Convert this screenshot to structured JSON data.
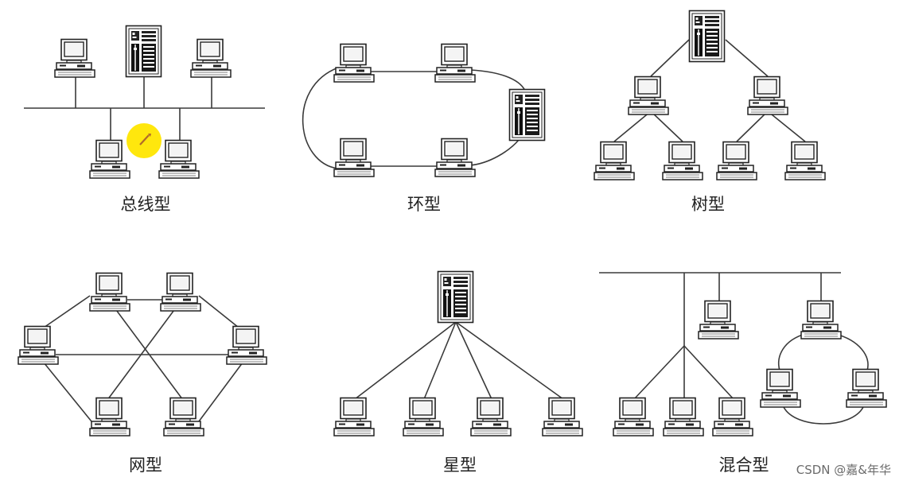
{
  "labels": {
    "bus": "总线型",
    "ring": "环型",
    "tree": "树型",
    "mesh": "网型",
    "star": "星型",
    "hybrid": "混合型"
  },
  "watermark": "CSDN @嘉&年华",
  "colors": {
    "line": "#3a3a3a",
    "highlight": "#ffe600",
    "cursor": "#b06a2a"
  },
  "icons": {
    "computer": "desktop-computer-icon",
    "server": "tower-server-icon",
    "pointer": "mouse-pointer-icon"
  }
}
